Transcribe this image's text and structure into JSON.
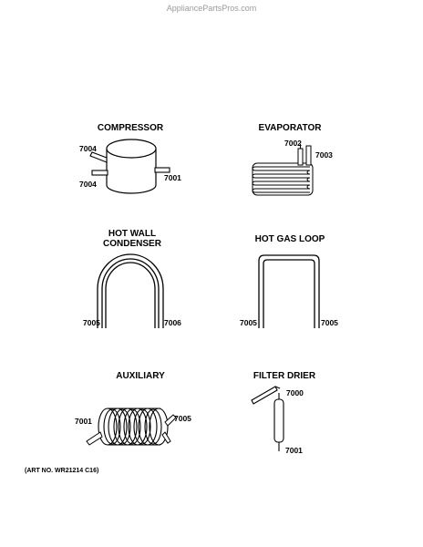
{
  "watermark": "AppliancePartsPros.com",
  "art_number": "(ART NO. WR21214 C16)",
  "parts": {
    "compressor": {
      "title": "COMPRESSOR",
      "labels": [
        "7004",
        "7004",
        "7001"
      ]
    },
    "evaporator": {
      "title": "EVAPORATOR",
      "labels": [
        "7002",
        "7003"
      ]
    },
    "hot_wall_condenser": {
      "title_line1": "HOT WALL",
      "title_line2": "CONDENSER",
      "labels": [
        "7005",
        "7006"
      ]
    },
    "hot_gas_loop": {
      "title": "HOT GAS LOOP",
      "labels": [
        "7005",
        "7005"
      ]
    },
    "auxiliary": {
      "title": "AUXILIARY",
      "labels": [
        "7001",
        "7005"
      ]
    },
    "filter_drier": {
      "title": "FILTER DRIER",
      "labels": [
        "7000",
        "7001"
      ]
    }
  }
}
